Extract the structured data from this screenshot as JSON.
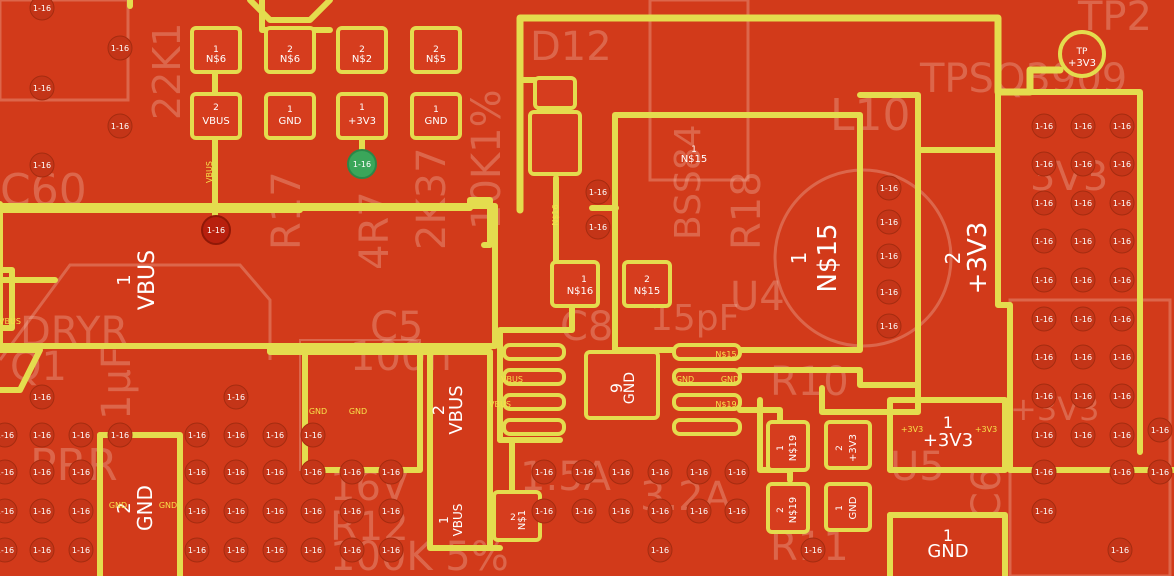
{
  "colors": {
    "copper": "#d23a1a",
    "trace": "#e4dc4e",
    "silk": "#f2b9a8",
    "keepout_green": "#3aa65a",
    "via_red": "#b8200e"
  },
  "silkscreen": [
    "TP2",
    "TPSQ3909",
    "22K1",
    "D12",
    "10K1%",
    "2K37",
    "4R7",
    "BSS84",
    "L10",
    "15pF",
    "C6",
    "R17",
    "R18",
    "R10",
    "U4",
    "U5",
    "PRR",
    "100K 5%",
    "16V",
    "1.5A",
    "3.2A",
    "C8",
    "R12",
    "R11",
    "Q1",
    "C5",
    "100n",
    "DRYR",
    "C60",
    "1μF",
    "3V3",
    "+3V3"
  ],
  "pads": {
    "p1": {
      "num": "1",
      "net": "N$6"
    },
    "p2": {
      "num": "2",
      "net": "N$6"
    },
    "p3": {
      "num": "2",
      "net": "N$2"
    },
    "p4": {
      "num": "2",
      "net": "N$5"
    },
    "p5": {
      "num": "2",
      "net": "VBUS"
    },
    "p6": {
      "num": "1",
      "net": "GND"
    },
    "p7": {
      "num": "1",
      "net": "+3V3"
    },
    "p8": {
      "num": "1",
      "net": "GND"
    },
    "p9": {
      "num": "1",
      "net": "N$16"
    },
    "p10": {
      "num": "2",
      "net": "N$15"
    },
    "p11": {
      "num": "1",
      "net": "N$15"
    },
    "p12": {
      "num": "9",
      "net": "GND"
    },
    "p13": {
      "num": "2",
      "net": "N$1"
    },
    "p14": {
      "num": "1",
      "net": "N$19"
    },
    "p15": {
      "num": "2",
      "net": "+3V3"
    },
    "p16": {
      "num": "2",
      "net": "N$19"
    },
    "p17": {
      "num": "1",
      "net": "GND"
    },
    "tp": {
      "num": "TP",
      "net": "+3V3"
    }
  },
  "big_labels": {
    "l1": {
      "num": "1",
      "net": "N$15"
    },
    "l2": {
      "num": "2",
      "net": "+3V3"
    },
    "l3": {
      "num": "1",
      "net": "VBUS"
    },
    "l4": {
      "num": "2",
      "net": "VBUS"
    },
    "l5": {
      "num": "2",
      "net": "GND"
    },
    "l6": {
      "num": "1",
      "net": "GND"
    },
    "l7": {
      "num": "1",
      "net": "+3V3"
    },
    "l8": {
      "num": "1",
      "net": "VBUS"
    }
  },
  "small_labels": {
    "gnd": "GND",
    "vbus": "VBUS",
    "n15": "N$15",
    "n19": "N$19",
    "p3v3": "+3V3",
    "vbus_vert": "VBUS",
    "n16": "N$16"
  },
  "via_label": "1-16",
  "via_labels_red": [
    "1-16",
    "1-16"
  ]
}
